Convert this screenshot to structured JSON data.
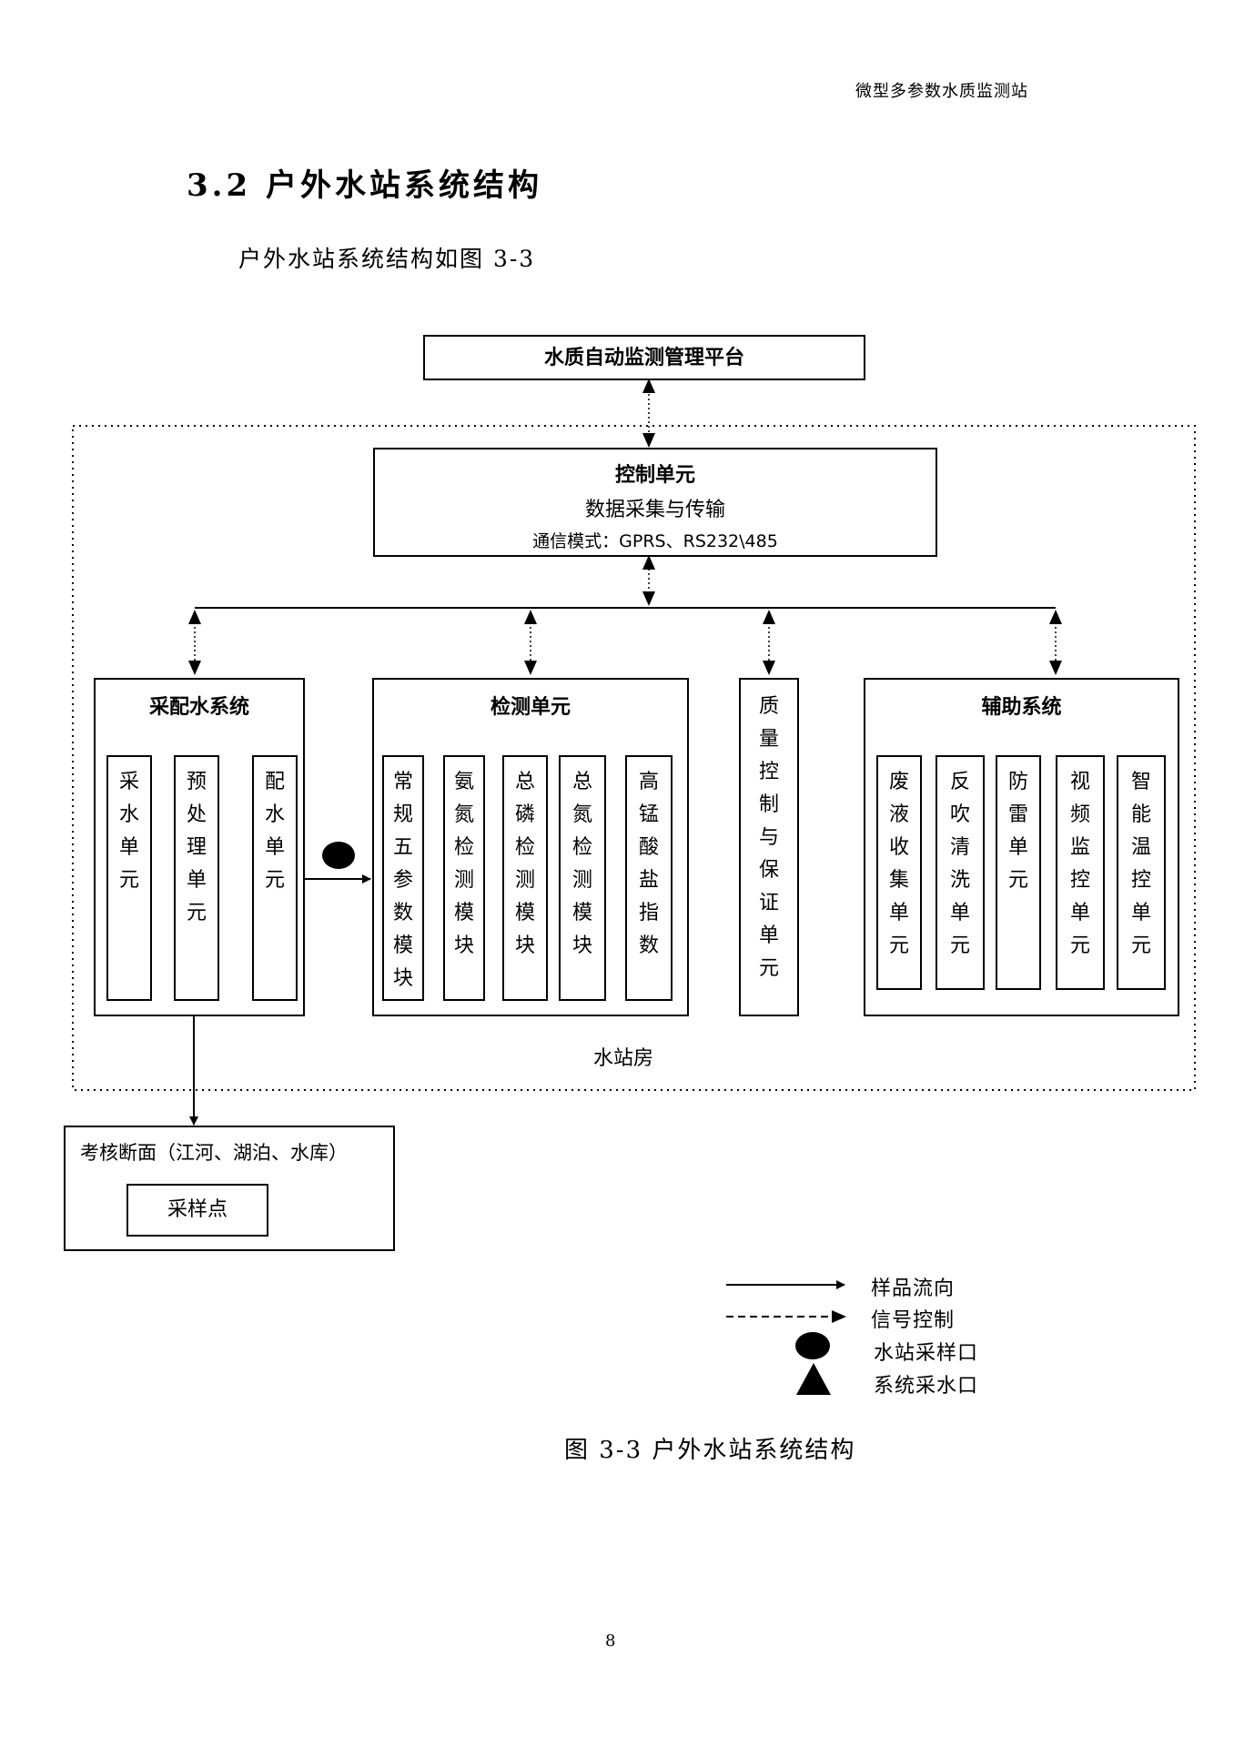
{
  "header": {
    "running_title": "微型多参数水质监测站"
  },
  "section": {
    "title": "3.2 户外水站系统结构",
    "intro": "户外水站系统结构如图 3-3"
  },
  "diagram": {
    "platform": "水质自动监测管理平台",
    "control": {
      "title": "控制单元",
      "line1": "数据采集与传输",
      "line2": "通信模式：GPRS、RS232\\485"
    },
    "water_supply": {
      "title": "采配水系统",
      "units": [
        "采水单元",
        "预处理单元",
        "配水单元"
      ]
    },
    "detection": {
      "title": "检测单元",
      "units": [
        "常规五参数模块",
        "氨氮检测模块",
        "总磷检测模块",
        "总氮检测模块",
        "高锰酸盐指数"
      ]
    },
    "quality": "质量控制与保证单元",
    "auxiliary": {
      "title": "辅助系统",
      "units": [
        "废液收集单元",
        "反吹清洗单元",
        "防雷单元",
        "视频监控单元",
        "智能温控单元"
      ]
    },
    "station_room": "水站房",
    "section_box": {
      "title": "考核断面（江河、湖泊、水库）",
      "sample_point": "采样点"
    }
  },
  "legend": {
    "sample_flow": "样品流向",
    "signal_control": "信号控制",
    "station_sampling_port": "水站采样口",
    "system_intake_port": "系统采水口"
  },
  "caption": "图 3-3 户外水站系统结构",
  "page_number": "8"
}
